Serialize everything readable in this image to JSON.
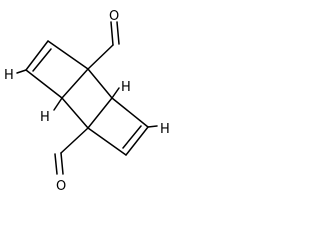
{
  "molecule": {
    "atom_labels": {
      "h_upper_left": "H",
      "h_center_left": "H",
      "h_center_right": "H",
      "h_lower_right": "H",
      "o_top": "O",
      "o_bottom": "O"
    }
  }
}
